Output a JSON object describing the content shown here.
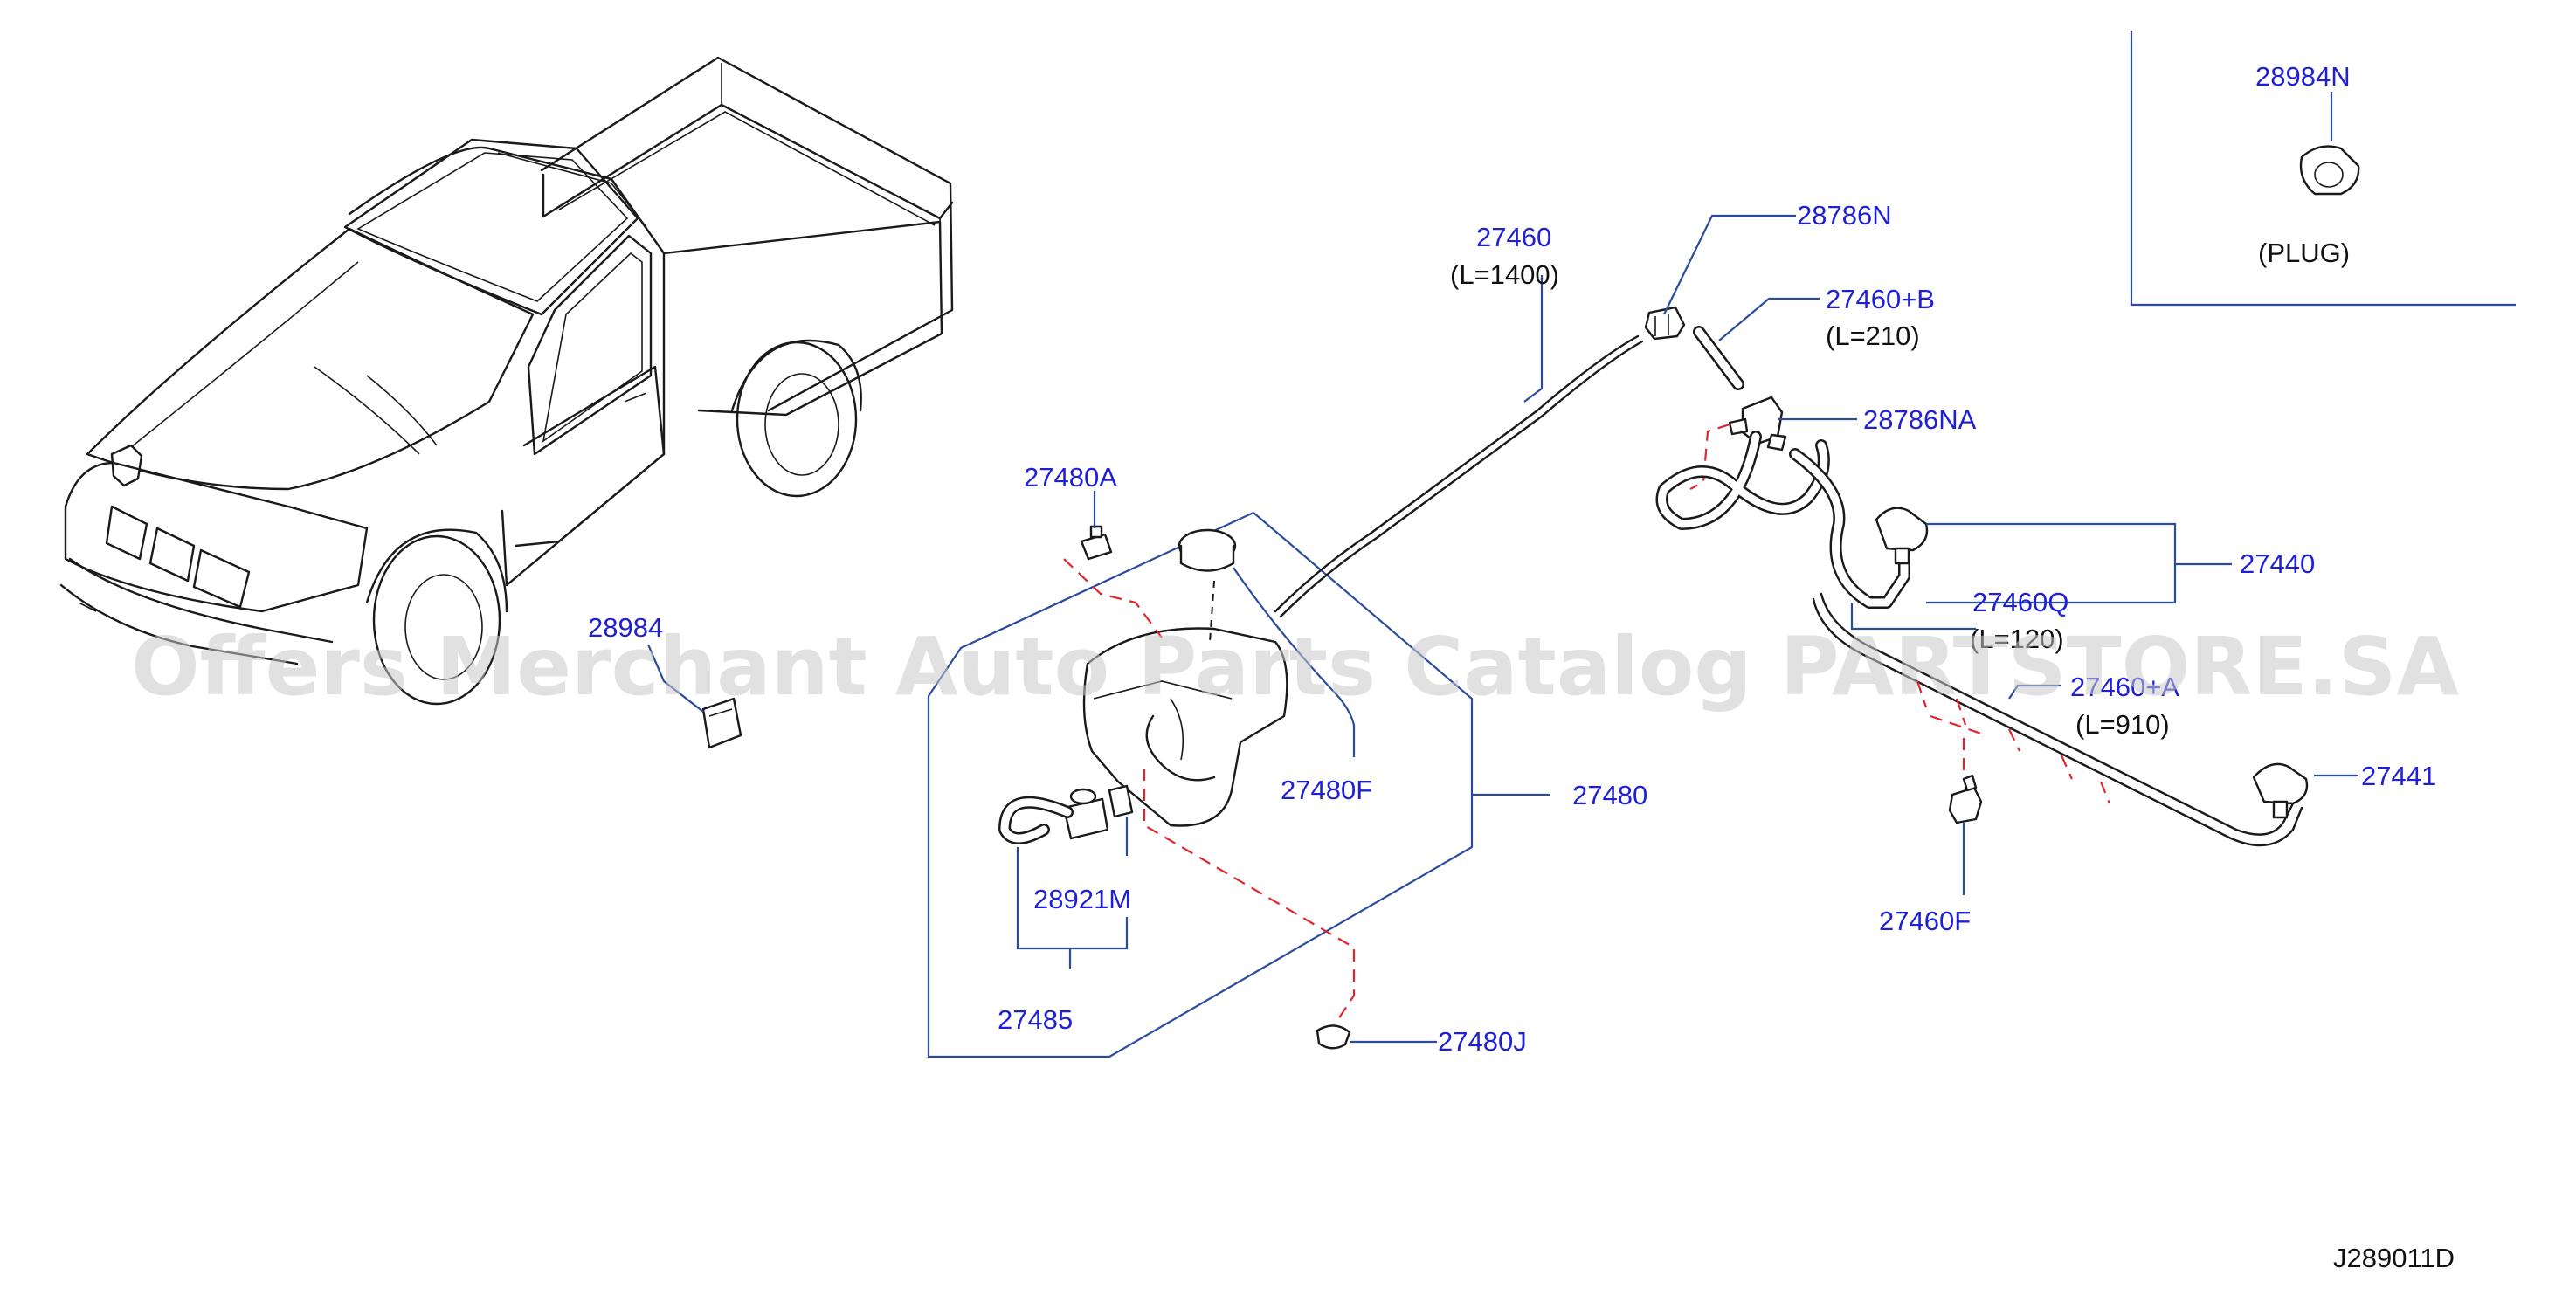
{
  "watermark": "Offers Merchant Auto Parts Catalog PARTSTORE.SA",
  "diagram_code": "J289011D",
  "callouts": {
    "p28984N": "28984N",
    "plug": "(PLUG)",
    "p27460": "27460",
    "p27460_len": "(L=1400)",
    "p28786N": "28786N",
    "p27460B": "27460+B",
    "p27460B_len": "(L=210)",
    "p28786NA": "28786NA",
    "p27480A": "27480A",
    "p27440": "27440",
    "p28984": "28984",
    "p27460Q": "27460Q",
    "p27460Q_len": "(L=120)",
    "p27460A": "27460+A",
    "p27460A_len": "(L=910)",
    "p27480F": "27480F",
    "p27480": "27480",
    "p27441": "27441",
    "p28921M": "28921M",
    "p27460F": "27460F",
    "p27485": "27485",
    "p27480J": "27480J"
  }
}
